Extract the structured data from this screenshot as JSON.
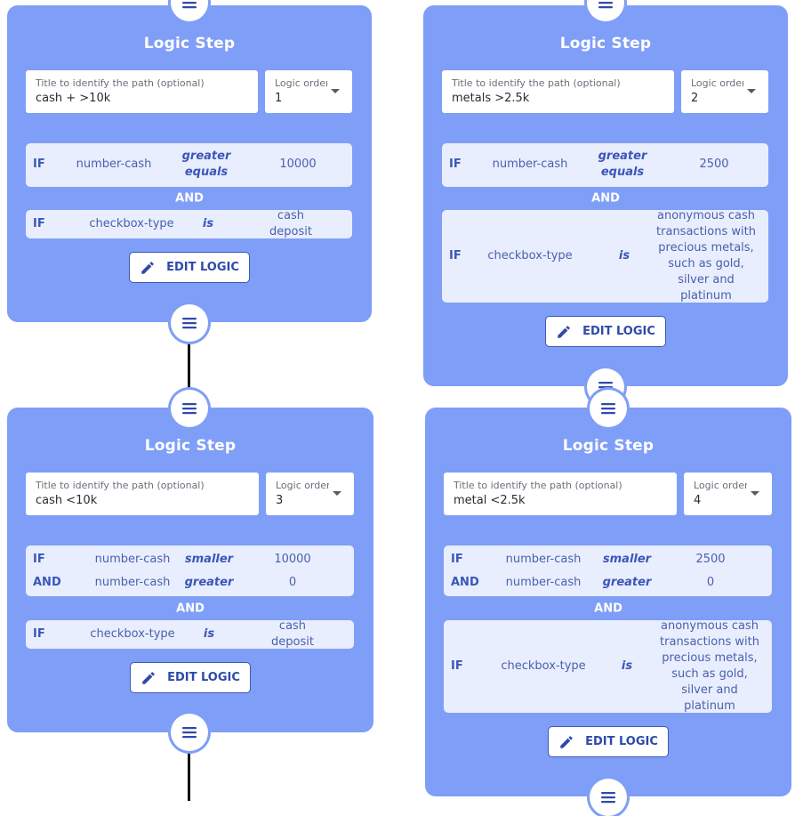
{
  "steps": [
    {
      "title": "Logic Step",
      "path_title_label": "Title to identify the path (optional)",
      "path_title_value": "cash + >10k",
      "order_label": "Logic order",
      "order_value": "1",
      "groups": [
        [
          {
            "kw": "IF",
            "field": "number-cash",
            "op": "greater equals",
            "value": "10000"
          }
        ],
        [
          {
            "kw": "IF",
            "field": "checkbox-type",
            "op": "is",
            "value": "cash deposit"
          }
        ]
      ],
      "joiner": "AND",
      "edit_label": "EDIT LOGIC"
    },
    {
      "title": "Logic Step",
      "path_title_label": "Title to identify the path (optional)",
      "path_title_value": "metals >2.5k",
      "order_label": "Logic order",
      "order_value": "2",
      "groups": [
        [
          {
            "kw": "IF",
            "field": "number-cash",
            "op": "greater equals",
            "value": "2500"
          }
        ],
        [
          {
            "kw": "IF",
            "field": "checkbox-type",
            "op": "is",
            "value": "anonymous cash transactions with precious metals, such as gold, silver and platinum"
          }
        ]
      ],
      "joiner": "AND",
      "edit_label": "EDIT LOGIC"
    },
    {
      "title": "Logic Step",
      "path_title_label": "Title to identify the path (optional)",
      "path_title_value": "cash <10k",
      "order_label": "Logic order",
      "order_value": "3",
      "groups": [
        [
          {
            "kw": "IF",
            "field": "number-cash",
            "op": "smaller",
            "value": "10000"
          },
          {
            "kw": "AND",
            "field": "number-cash",
            "op": "greater",
            "value": "0"
          }
        ],
        [
          {
            "kw": "IF",
            "field": "checkbox-type",
            "op": "is",
            "value": "cash deposit"
          }
        ]
      ],
      "joiner": "AND",
      "edit_label": "EDIT LOGIC"
    },
    {
      "title": "Logic Step",
      "path_title_label": "Title to identify the path (optional)",
      "path_title_value": "metal <2.5k",
      "order_label": "Logic order",
      "order_value": "4",
      "groups": [
        [
          {
            "kw": "IF",
            "field": "number-cash",
            "op": "smaller",
            "value": "2500"
          },
          {
            "kw": "AND",
            "field": "number-cash",
            "op": "greater",
            "value": "0"
          }
        ],
        [
          {
            "kw": "IF",
            "field": "checkbox-type",
            "op": "is",
            "value": "anonymous cash transactions with precious metals, such as gold, silver and platinum"
          }
        ]
      ],
      "joiner": "AND",
      "edit_label": "EDIT LOGIC"
    }
  ]
}
